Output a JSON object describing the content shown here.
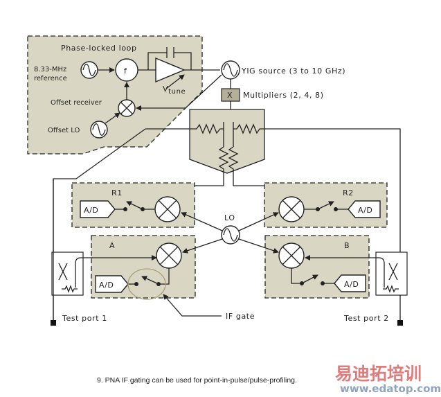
{
  "diagram": {
    "pll": {
      "title": "Phase-locked loop",
      "reference_line1": "8.33-MHz",
      "reference_line2": "reference",
      "phase_detector": "f",
      "vtune_main": "V",
      "vtune_sub": "tune",
      "offset_receiver": "Offset receiver",
      "offset_lo": "Offset LO"
    },
    "source": {
      "yig": "YIG source (3 to 10 GHz)",
      "multiplier_symbol": "X",
      "multipliers": "Multipliers (2, 4, 8)"
    },
    "receivers": {
      "r1": "R1",
      "r2": "R2",
      "a": "A",
      "b": "B",
      "adc": "A/D",
      "lo": "LO"
    },
    "annotations": {
      "if_gate": "IF gate",
      "port1": "Test port 1",
      "port2": "Test port 2"
    },
    "colors": {
      "block_fill": "#d9d6c3",
      "multiplier_fill": "#b5ae98",
      "if_gate_ring": "#a89f7a"
    }
  },
  "caption": "9. PNA IF gating can be used for point-in-pulse/pulse-profiling.",
  "watermark": {
    "chinese": "易迪拓培训",
    "url": "www.edatop.com"
  }
}
